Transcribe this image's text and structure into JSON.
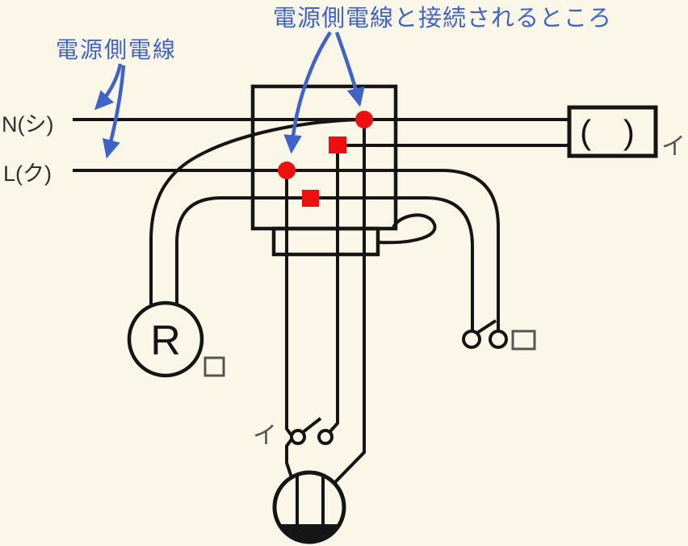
{
  "diagram": {
    "annotation_title": "電源側電線と接続されるところ",
    "power_wire_label": "電源側電線",
    "neutral_label": "N(シ)",
    "live_label": "L(ク)",
    "receptacle_letter": "R",
    "lamp_parens": "( )",
    "lamp_circuit_mark": "イ",
    "switch_circuit_mark": "イ"
  },
  "colors": {
    "background": "#fbf7e8",
    "wire_black": "#151515",
    "annotation_blue": "#3f63c8",
    "connection_red": "#ee1010",
    "mark_gray": "#555555"
  }
}
